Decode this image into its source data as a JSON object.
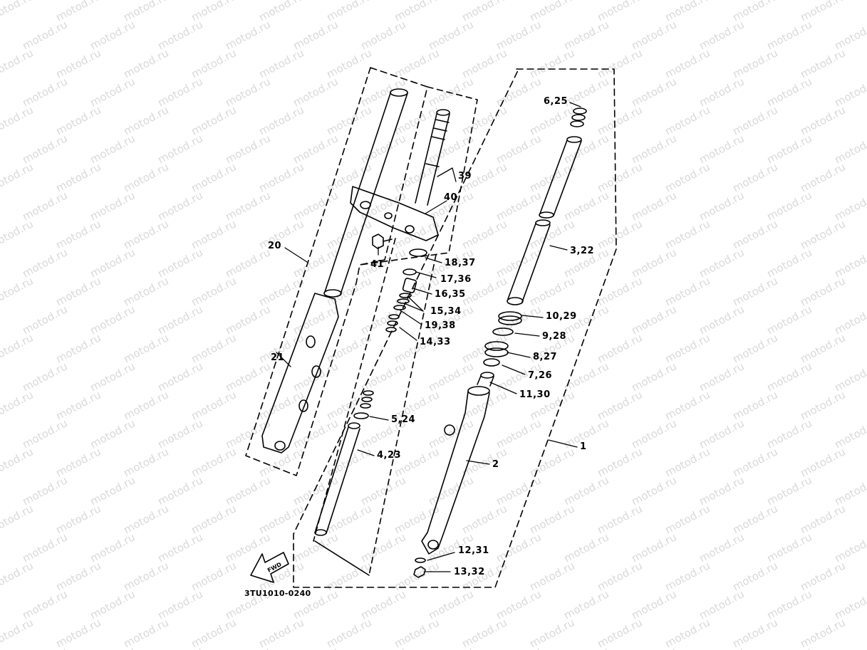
{
  "watermark": {
    "text": "motod.ru",
    "color": "#d9d9d9"
  },
  "diagram": {
    "drawing_code": "3TU1010-0240",
    "fwd_label": "FWD",
    "callouts": {
      "c39": "39",
      "c40": "40",
      "c20": "20",
      "c41": "41",
      "c18": "18,37",
      "c17": "17,36",
      "c16": "16,35",
      "c15": "15,34",
      "c19": "19,38",
      "c14": "14,33",
      "c21": "21",
      "c5": "5,24",
      "c4": "4,23",
      "c6": "6,25",
      "c3": "3,22",
      "c10": "10,29",
      "c9": "9,28",
      "c8": "8,27",
      "c7": "7,26",
      "c11": "11,30",
      "c1": "1",
      "c2": "2",
      "c12": "12,31",
      "c13": "13,32"
    }
  }
}
